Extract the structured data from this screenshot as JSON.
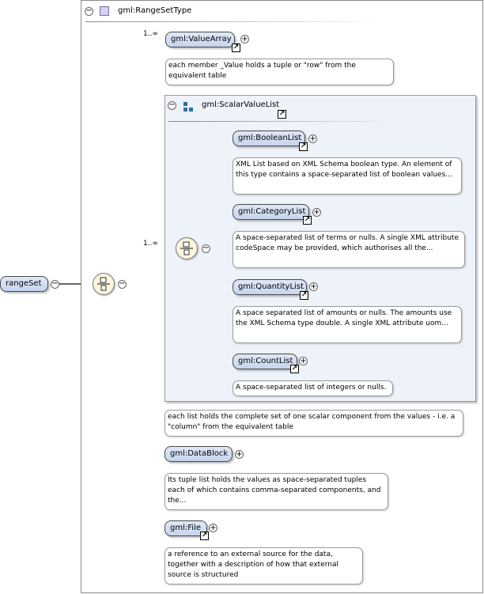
{
  "complex_type": {
    "title": "gml:RangeSetType"
  },
  "root": {
    "label": "rangeSet"
  },
  "value_array": {
    "cardinality": "1..∞",
    "label": "gml:ValueArray",
    "doc": "each member _Value holds a tuple or \"row\" from the equivalent table"
  },
  "scalar_group": {
    "title": "gml:ScalarValueList",
    "cardinality": "1..∞",
    "doc": "each list holds the complete set of one scalar component from the values - i.e. a \"column\" from the equivalent table",
    "items": [
      {
        "label": "gml:BooleanList",
        "doc": "XML List based on XML Schema boolean type. An element of this type contains a space-separated list of boolean values..."
      },
      {
        "label": "gml:CategoryList",
        "doc": "A space-separated list of terms or nulls. A single XML attribute codeSpace may be provided, which authorises all the..."
      },
      {
        "label": "gml:QuantityList",
        "doc": "A space separated list of amounts or nulls. The amounts use the XML Schema type double. A single XML attribute uom..."
      },
      {
        "label": "gml:CountList",
        "doc": "A space-separated list of integers or nulls."
      }
    ]
  },
  "data_block": {
    "label": "gml:DataBlock",
    "doc": "Its tuple list holds the values as space-separated tuples each of which contains comma-separated components, and the..."
  },
  "file": {
    "label": "gml:File",
    "doc": "a reference to an external source for the data, together with a description of how that external source is structured"
  },
  "icons": {
    "expand": "⊕",
    "collapse": "⊖",
    "reference": "↗"
  }
}
